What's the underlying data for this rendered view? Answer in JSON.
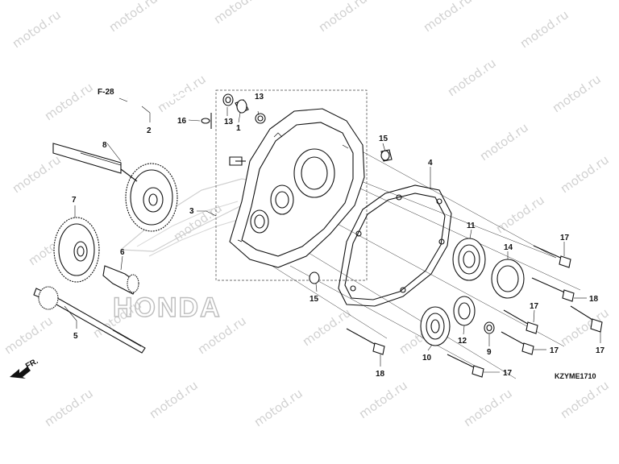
{
  "watermark": {
    "text": "motod.ru"
  },
  "logo": {
    "text": "HONDA"
  },
  "reference": {
    "label": "F-28"
  },
  "direction": {
    "label": "FR."
  },
  "diagram_code": "KZYME1710",
  "parts": {
    "p1": "1",
    "p2": "2",
    "p3": "3",
    "p4": "4",
    "p5": "5",
    "p6": "6",
    "p7": "7",
    "p8": "8",
    "p9": "9",
    "p10": "10",
    "p11": "11",
    "p12": "12",
    "p13": "13",
    "p14": "14",
    "p15": "15",
    "p16": "16",
    "p17": "17",
    "p18": "18"
  }
}
